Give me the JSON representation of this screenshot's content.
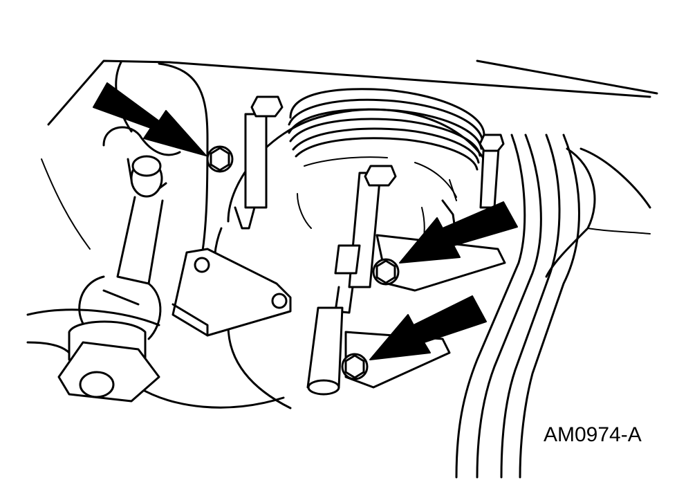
{
  "figure": {
    "id_label": "AM0974-A"
  },
  "callouts": [
    {
      "icon": "arrow-icon",
      "target": "bolt"
    },
    {
      "icon": "arrow-icon",
      "target": "bolt"
    },
    {
      "icon": "arrow-icon",
      "target": "bolt"
    }
  ],
  "colors": {
    "line": "#000000",
    "background": "#ffffff"
  }
}
